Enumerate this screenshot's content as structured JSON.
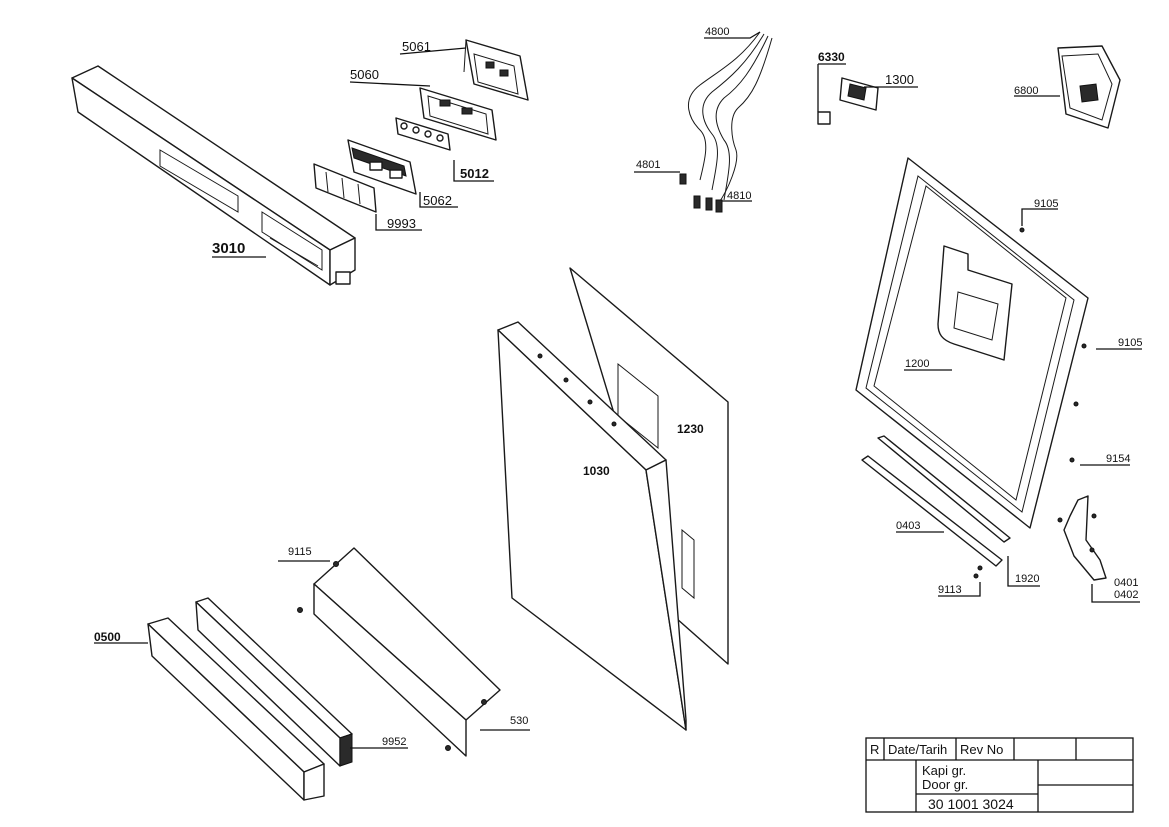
{
  "labels": {
    "l5061": "5061",
    "l5060": "5060",
    "l5012": "5012",
    "l5062": "5062",
    "l9993": "9993",
    "l3010": "3010",
    "l4800": "4800",
    "l4801": "4801",
    "l4810": "4810",
    "l6330": "6330",
    "l1300": "1300",
    "l6800": "6800",
    "l9105a": "9105",
    "l9105b": "9105",
    "l1200": "1200",
    "l1230": "1230",
    "l1030": "1030",
    "l9154": "9154",
    "l0403": "0403",
    "l1920": "1920",
    "l9113": "9113",
    "l0401": "0401",
    "l0402": "0402",
    "l9115": "9115",
    "l0500": "0500",
    "l9952": "9952",
    "l530": "530"
  },
  "title_block": {
    "col_r": "R",
    "col_date": "Date/Tarih",
    "col_rev": "Rev No",
    "title_tr": "Kapi gr.",
    "title_en": "Door gr.",
    "drawing_no": "30 1001 3024"
  }
}
